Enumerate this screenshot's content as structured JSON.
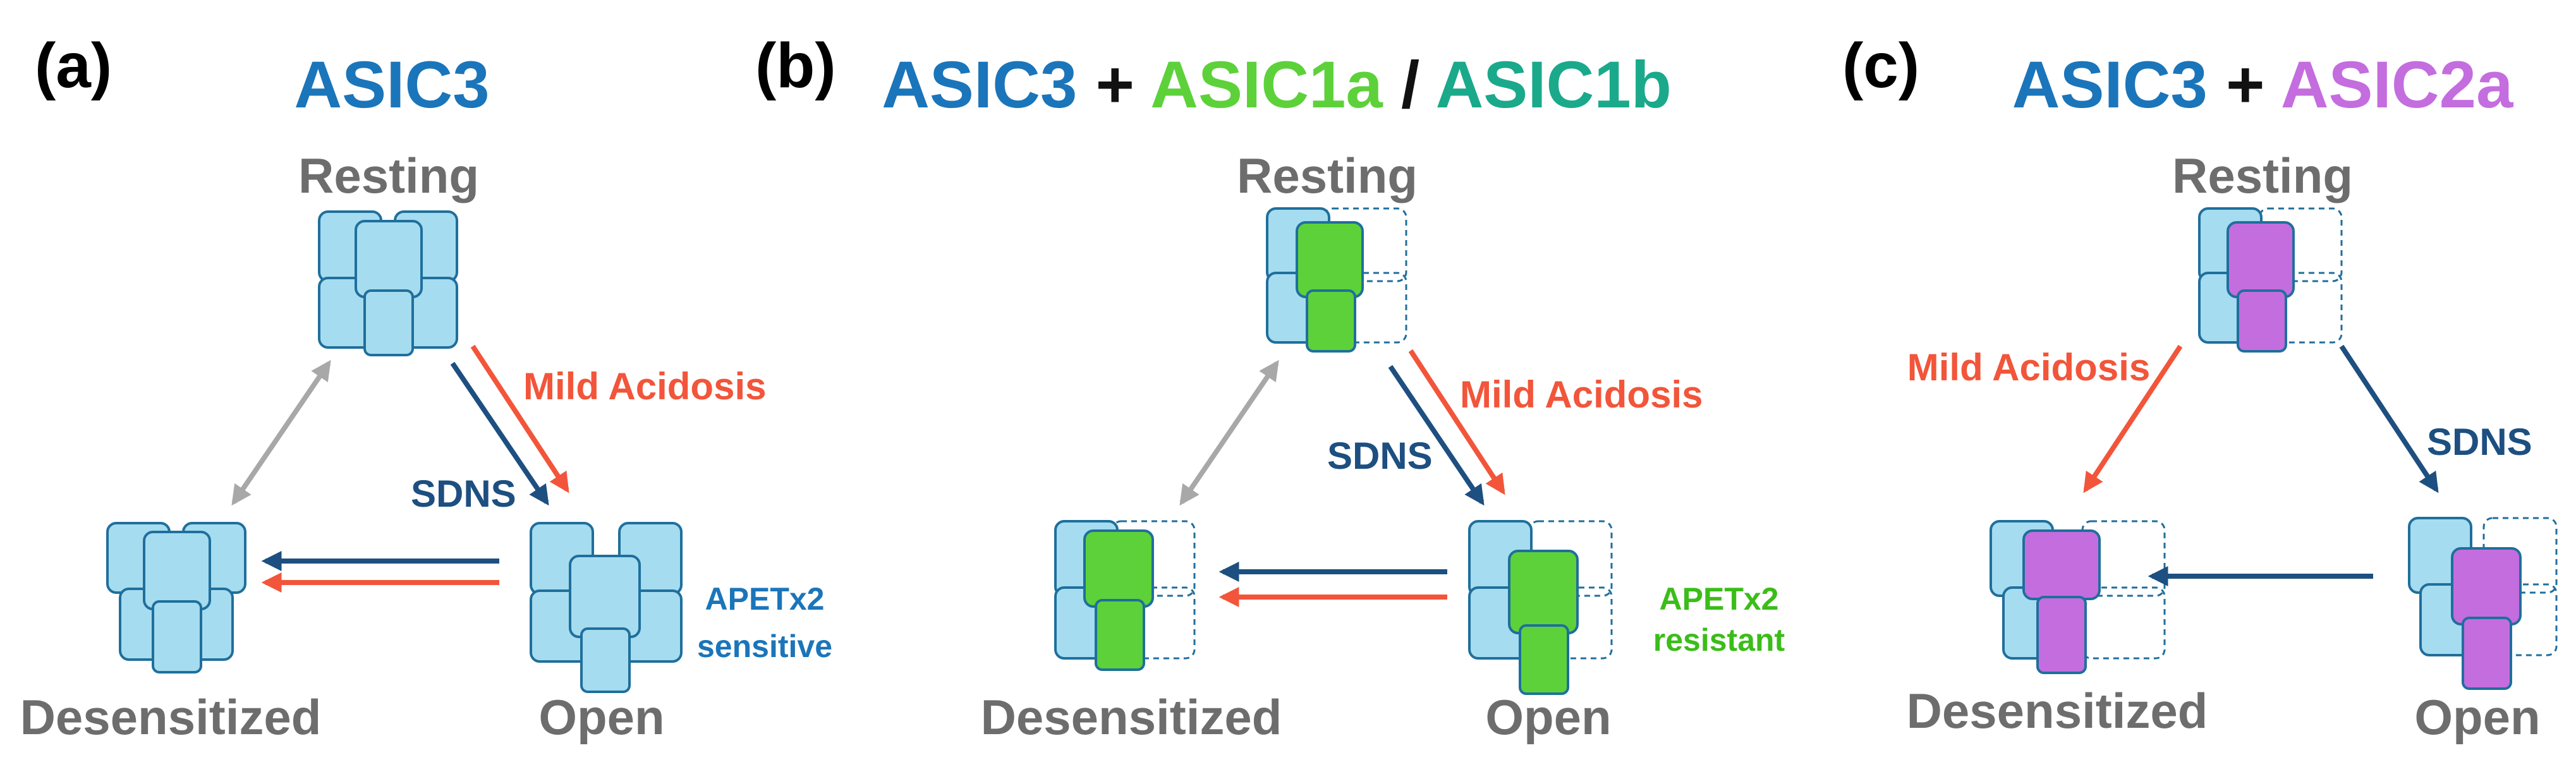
{
  "colors": {
    "asic3": "#1b75ba",
    "asic1a": "#5dd13a",
    "asic1b": "#1aa98b",
    "asic2a": "#c46ddf",
    "state_gray": "#6d6d6d",
    "mild_acidosis": "#f2553a",
    "sdns": "#1d4f80",
    "apetx2_sensitive": "#1b75ba",
    "apetx2_resistant": "#3bbd19",
    "gray_arrow": "#a8a8a8",
    "asic3_fill": "#a6dcf0",
    "asic3_stroke": "#1f6f9c"
  },
  "panels": [
    {
      "letter": "(a)",
      "title": [
        {
          "text": "ASIC3",
          "role": "asic3"
        }
      ],
      "states": {
        "resting": "Resting",
        "desensitized": "Desensitized",
        "open": "Open"
      },
      "mild_acidosis": "Mild Acidosis",
      "sdns": "SDNS",
      "apetx2": [
        "APETx2",
        "sensitive"
      ]
    },
    {
      "letter": "(b)",
      "title": [
        {
          "text": "ASIC3",
          "role": "asic3"
        },
        {
          "text": " + ",
          "role": "plain"
        },
        {
          "text": "ASIC1a",
          "role": "asic1a"
        },
        {
          "text": " / ",
          "role": "plain"
        },
        {
          "text": "ASIC1b",
          "role": "asic1b"
        }
      ],
      "states": {
        "resting": "Resting",
        "desensitized": "Desensitized",
        "open": "Open"
      },
      "mild_acidosis": "Mild Acidosis",
      "sdns": "SDNS",
      "apetx2": [
        "APETx2",
        "resistant"
      ]
    },
    {
      "letter": "(c)",
      "title": [
        {
          "text": "ASIC3",
          "role": "asic3"
        },
        {
          "text": " + ",
          "role": "plain"
        },
        {
          "text": "ASIC2a",
          "role": "asic2a"
        }
      ],
      "states": {
        "resting": "Resting",
        "desensitized": "Desensitized",
        "open": "Open"
      },
      "mild_acidosis": "Mild Acidosis",
      "sdns": "SDNS"
    }
  ]
}
